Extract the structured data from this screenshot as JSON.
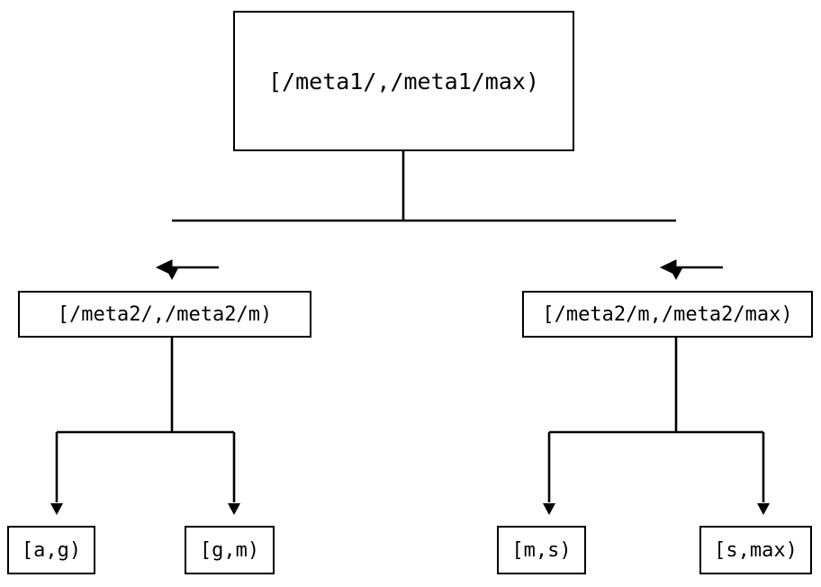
{
  "diagram": {
    "type": "tree",
    "background_color": "#ffffff",
    "stroke_color": "#000000",
    "root": {
      "label": "[/meta1/,/meta1/max)"
    },
    "level2": [
      {
        "label": "[/meta2/,/meta2/m)"
      },
      {
        "label": "[/meta2/m,/meta2/max)"
      }
    ],
    "leaves": [
      {
        "label": "[a,g)"
      },
      {
        "label": "[g,m)"
      },
      {
        "label": "[m,s)"
      },
      {
        "label": "[s,max)"
      }
    ]
  }
}
